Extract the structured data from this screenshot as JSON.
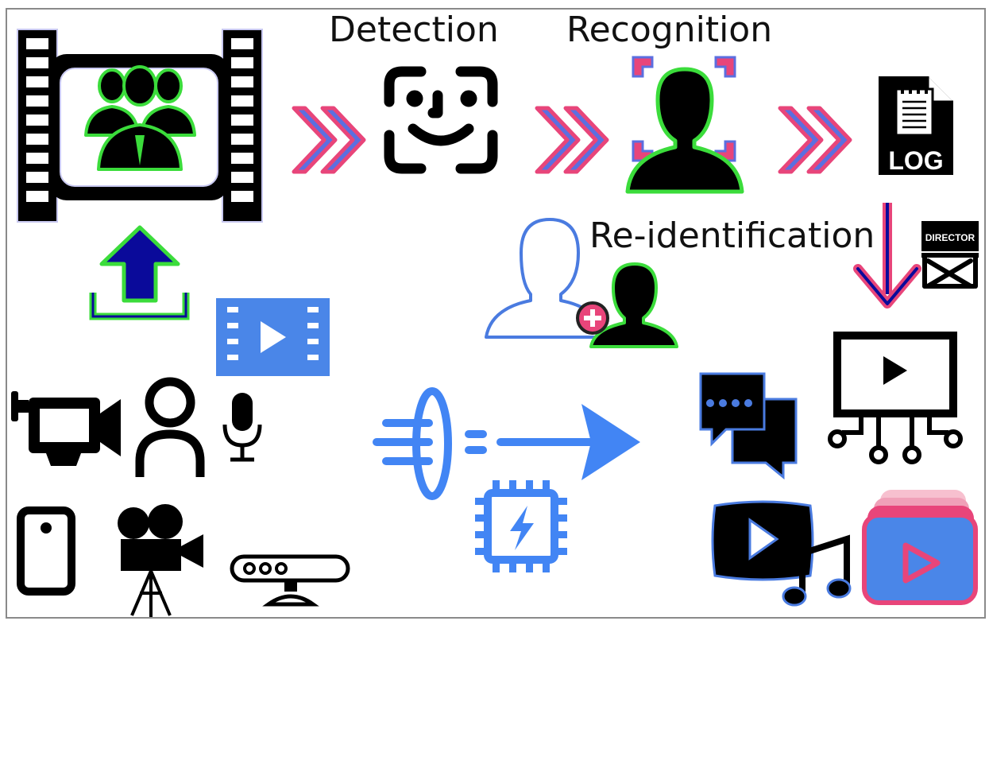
{
  "labels": {
    "detection": "Detection",
    "recognition": "Recognition",
    "reidentification": "Re-identification"
  },
  "icons": {
    "log_text": "LOG",
    "director_text": "DIRECTOR"
  },
  "colors": {
    "pink": "#e8457a",
    "chevron_blue": "#5b6fe0",
    "green_glow": "#3bdc3b",
    "dark_blue": "#0a0a9a",
    "bright_blue": "#4285f4"
  }
}
